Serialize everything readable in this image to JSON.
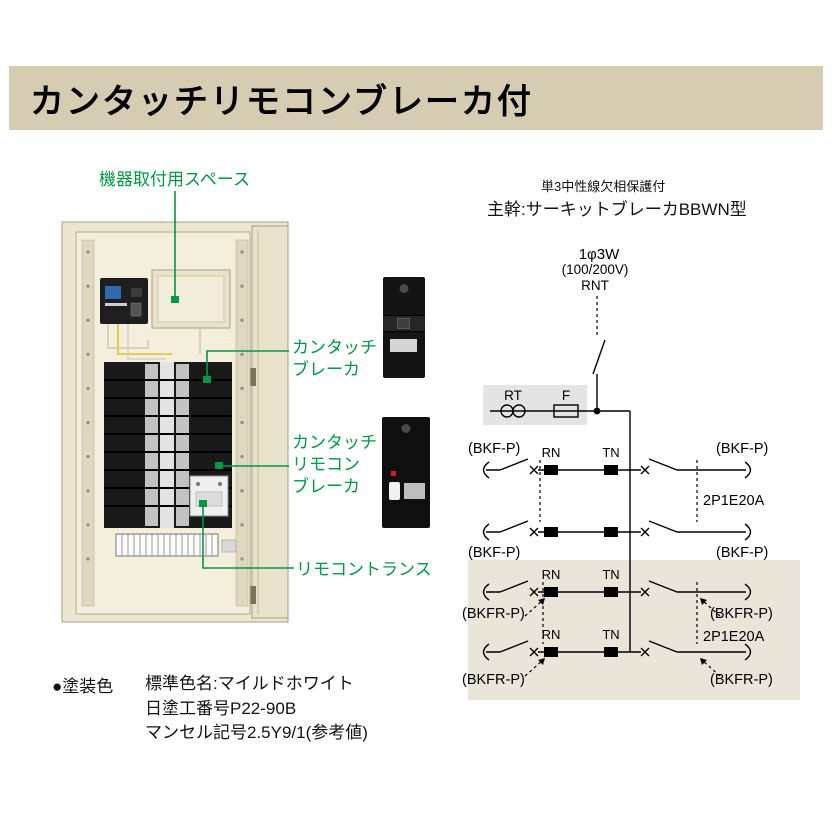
{
  "page": {
    "title": "カンタッチリモコンブレーカ付"
  },
  "callouts": {
    "mounting_space": "機器取付用スペース",
    "kantouch_breaker": [
      "カンタッチ",
      "ブレーカ"
    ],
    "kantouch_remote_breaker": [
      "カンタッチ",
      "リモコン",
      "ブレーカ"
    ],
    "remote_transformer": "リモコントランス"
  },
  "diagram": {
    "protection_note": "単3中性線欠相保護付",
    "main_title": "主幹:サーキットブレーカBBWN型",
    "source": {
      "phase": "1φ3W",
      "voltage": "(100/200V)",
      "wires": "RNT"
    },
    "rt_label": "RT",
    "fuse_label": "F",
    "rows": [
      {
        "left": "(BKF-P)",
        "right": "(BKF-P)",
        "rn": "RN",
        "tn": "TN",
        "rating": "2P1E20A"
      },
      {
        "left": "(BKF-P)",
        "right": "(BKF-P)"
      },
      {
        "left": "(BKFR-P)",
        "right": "(BKFR-P)",
        "rn": "RN",
        "tn": "TN"
      },
      {
        "left": "(BKFR-P)",
        "right": "(BKFR-P)",
        "rn": "RN",
        "tn": "TN",
        "rating": "2P1E20A"
      }
    ]
  },
  "paint": {
    "label": "●塗装色",
    "lines": [
      "標準色名:マイルドホワイト",
      "日塗工番号P22-90B",
      "マンセル記号2.5Y9/1(参考値)"
    ]
  },
  "colors": {
    "header_bg": "#d5ccb2",
    "accent_green": "#009944",
    "cabinet_beige": "#ede6d0",
    "shade_gray": "#e4e4e4",
    "shade_beige": "#eae5d8"
  }
}
